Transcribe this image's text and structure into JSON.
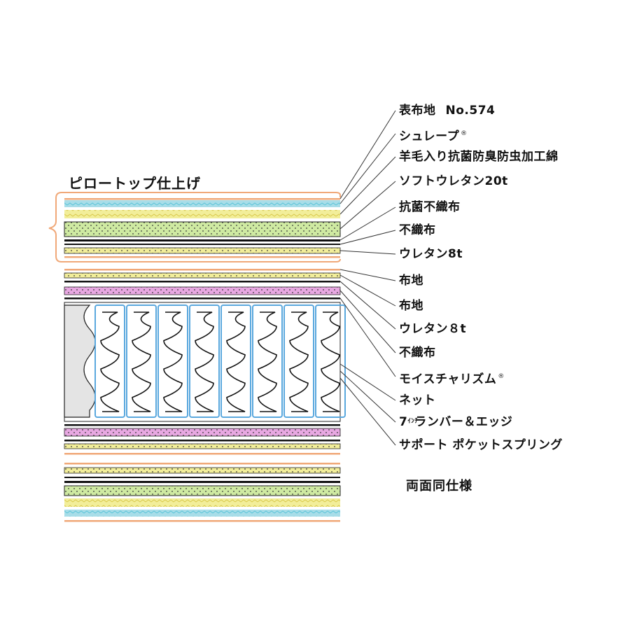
{
  "title": "ピロートップ仕上げ",
  "note": "両面同仕様",
  "callouts": [
    {
      "text": "表布地",
      "extra": "No.574"
    },
    {
      "text": "シュレープ",
      "mark": "®"
    },
    {
      "text": "羊毛入り抗菌防臭防虫加工綿"
    },
    {
      "text": "ソフトウレタン20t"
    },
    {
      "text": "抗菌不織布"
    },
    {
      "text": "不織布"
    },
    {
      "text": "ウレタン8t"
    },
    {
      "text": "布地"
    },
    {
      "text": "布地"
    },
    {
      "text": "ウレタン８t"
    },
    {
      "text": "不織布"
    },
    {
      "text": "モイスチャリズム",
      "mark": "®"
    },
    {
      "text": "ネット"
    },
    {
      "text": "7",
      "small": "ｲﾝﾁ",
      "rest": "ランバー＆エッジ"
    },
    {
      "text": "サポート ポケットスプリング"
    }
  ],
  "colors": {
    "orange": "#f0a878",
    "cyan": "#a8dde8",
    "yellow": "#f2ee9a",
    "green": "#cfeaa2",
    "pink": "#e8a8e2",
    "coil_blue": "#5aa8de",
    "line": "#222222"
  },
  "icons": [
    "curly-bracket-icon",
    "spring-coil-icon"
  ]
}
